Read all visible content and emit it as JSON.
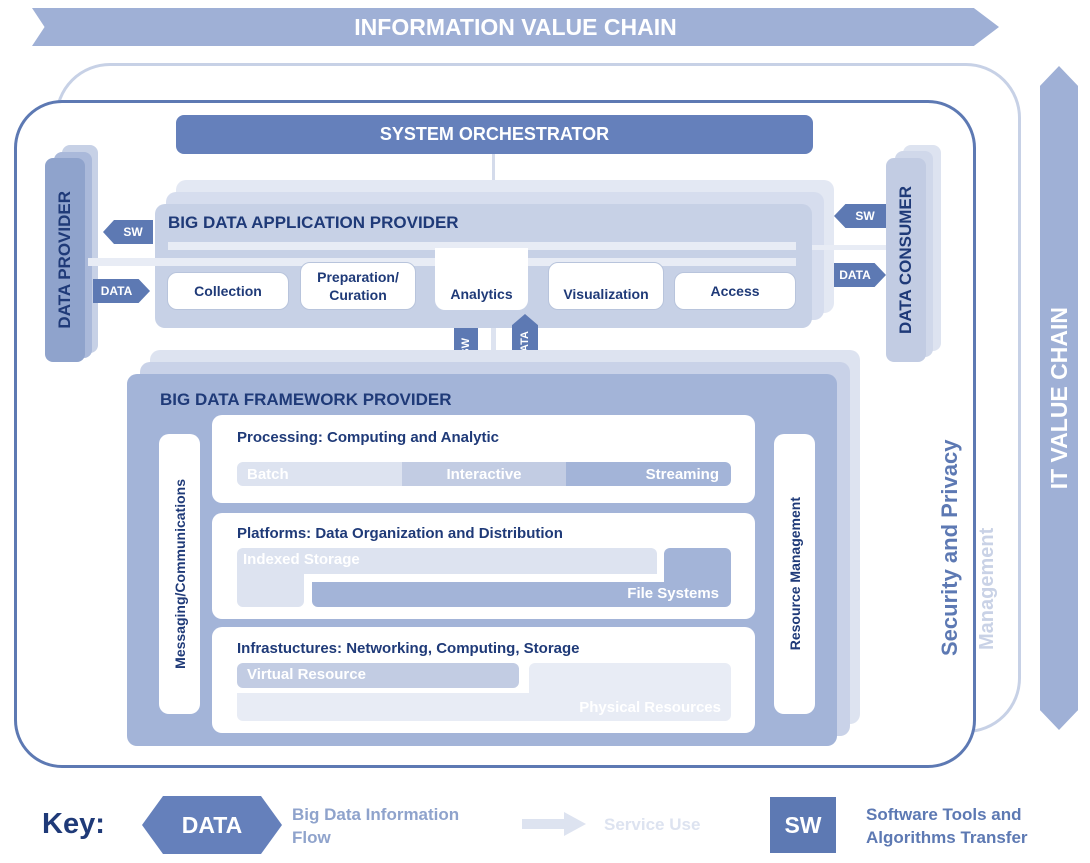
{
  "colors": {
    "dark_blue": "#5d79b3",
    "medium_blue": "#8fa3cc",
    "light_blue": "#c7d1e6",
    "pale_blue": "#dde3f0",
    "navy_text": "#1f3a78",
    "faint_text": "#c9d2e6"
  },
  "header": {
    "info_value_chain": "INFORMATION VALUE CHAIN",
    "it_value_chain": "IT VALUE CHAIN"
  },
  "orchestrator": {
    "label": "SYSTEM ORCHESTRATOR"
  },
  "provider": {
    "label": "DATA PROVIDER"
  },
  "consumer": {
    "label": "DATA CONSUMER"
  },
  "app_provider": {
    "title": "BIG DATA APPLICATION PROVIDER",
    "activities": [
      "Collection",
      "Preparation/\nCuration",
      "Analytics",
      "Visualization",
      "Access"
    ]
  },
  "framework": {
    "title": "BIG DATA FRAMEWORK PROVIDER",
    "messaging": "Messaging/Communications",
    "resource_mgmt": "Resource Management",
    "processing": {
      "title": "Processing: Computing and Analytic",
      "bars": [
        "Batch",
        "Interactive",
        "Streaming"
      ]
    },
    "platforms": {
      "title": "Platforms: Data Organization and Distribution",
      "indexed": "Indexed Storage",
      "files": "File Systems"
    },
    "infrastructures": {
      "title": "Infrastuctures: Networking, Computing, Storage",
      "virtual": "Virtual Resource",
      "physical": "Physical Resources"
    }
  },
  "fabric": {
    "security": "Security and Privacy",
    "management": "Management"
  },
  "tags": {
    "sw": "SW",
    "data": "DATA"
  },
  "key": {
    "label": "Key:",
    "data_tag": "DATA",
    "data_desc": "Big Data Information Flow",
    "service_desc": "Service Use",
    "sw_tag": "SW",
    "sw_desc": "Software Tools and Algorithms Transfer"
  }
}
